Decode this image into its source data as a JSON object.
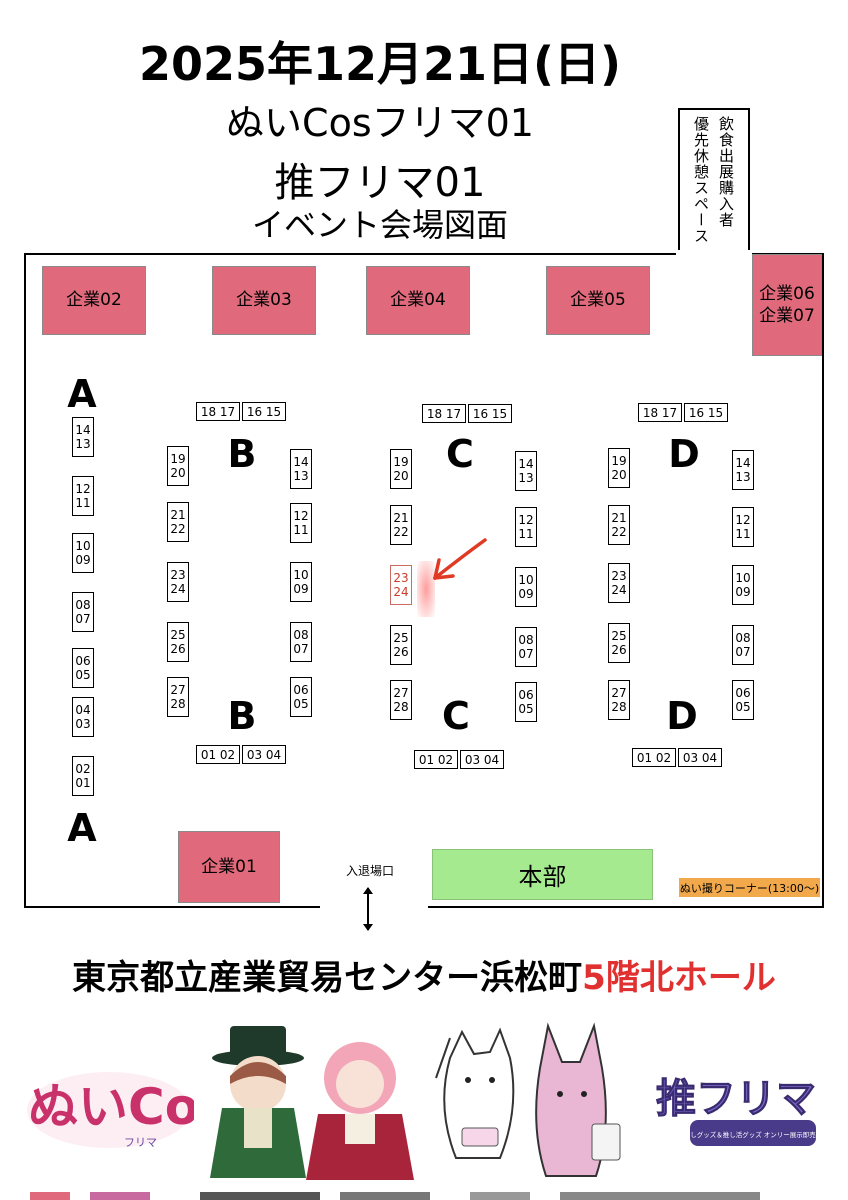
{
  "header": {
    "date": "2025年12月21日(日)",
    "event1": "ぬいCosフリマ01",
    "event2": "推フリマ01",
    "subtitle": "イベント会場図面"
  },
  "rest_space": {
    "line1": "飲食出展購入者",
    "line2": "優先休憩スペース"
  },
  "corporate_booths": [
    "企業02",
    "企業03",
    "企業04",
    "企業05",
    "企業06\n企業07",
    "企業01"
  ],
  "row_letters": {
    "A": "A",
    "B": "B",
    "C": "C",
    "D": "D"
  },
  "column_a": [
    "14\n13",
    "12\n11",
    "10\n09",
    "08\n07",
    "06\n05",
    "04\n03",
    "02\n01"
  ],
  "block_left_col": [
    "19\n20",
    "21\n22",
    "23\n24",
    "25\n26",
    "27\n28"
  ],
  "block_right_col": [
    "14\n13",
    "12\n11",
    "10\n09",
    "08\n07",
    "06\n05"
  ],
  "block_top_pair": [
    "18 17",
    "16 15"
  ],
  "block_bottom_pair": [
    "01 02",
    "03 04"
  ],
  "honbu": "本部",
  "entrance": "入退場口",
  "nui_corner": "ぬい撮りコーナー(13:00〜)",
  "address": {
    "main": "東京都立産業貿易センター浜松町",
    "hall": "5階北ホール"
  },
  "logos": {
    "nui_main": "ぬいCos",
    "nui_sub": "フリマ",
    "oshi_main": "推フリマ",
    "oshi_sub": "推しグッズ＆推し活グッズ オンリー展示即売会"
  },
  "colors": {
    "corporate": "#e06a7b",
    "honbu": "#a6ea8f",
    "nui_corner": "#f1a94c",
    "arrow": "#e03a25",
    "address_hall": "#e03030"
  }
}
